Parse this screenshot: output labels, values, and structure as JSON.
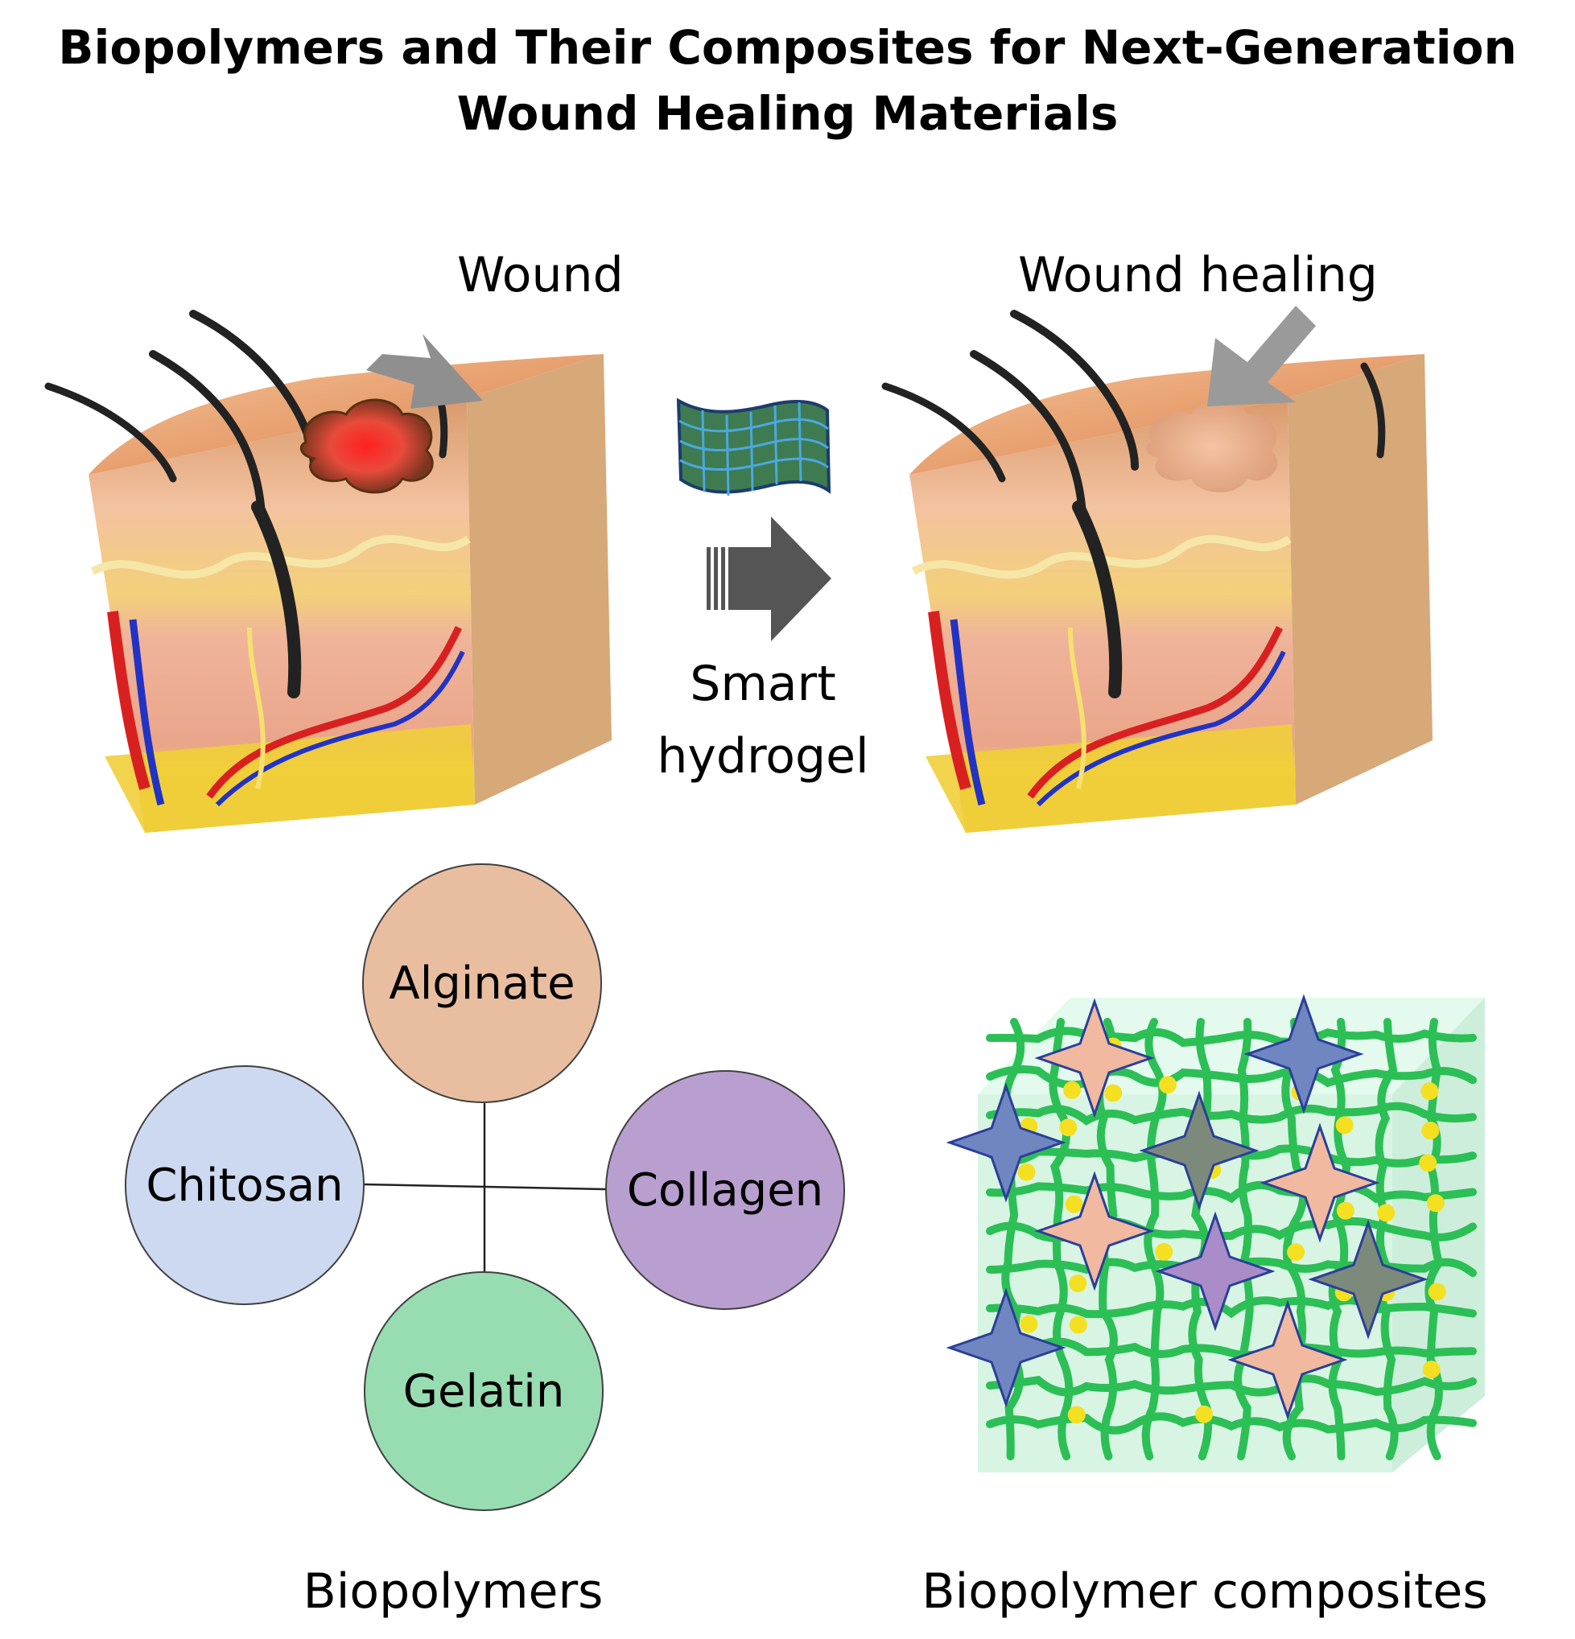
{
  "title": {
    "line1": "Biopolymers and Their Composites for Next-Generation",
    "line2": "Wound Healing Materials"
  },
  "top": {
    "wound_label": "Wound",
    "healing_label": "Wound healing",
    "treatment_label_line1": "Smart",
    "treatment_label_line2": "hydrogel"
  },
  "biopolymers": {
    "items": [
      "Alginate",
      "Chitosan",
      "Collagen",
      "Gelatin"
    ],
    "colors": {
      "alginate": "#e9bea0",
      "chitosan": "#cdd9f0",
      "collagen": "#b99fd0",
      "gelatin": "#98ddb2"
    },
    "caption": "Biopolymers"
  },
  "composites": {
    "caption": "Biopolymer composites",
    "colors": {
      "gel": "#d8f5e4",
      "fiber": "#2cbf55",
      "crosslink": "#f4e020",
      "star_blue": "#6f86c0",
      "star_peach": "#f0b9a0",
      "star_purple": "#a98cc8",
      "star_olive": "#7c8a7c"
    }
  }
}
